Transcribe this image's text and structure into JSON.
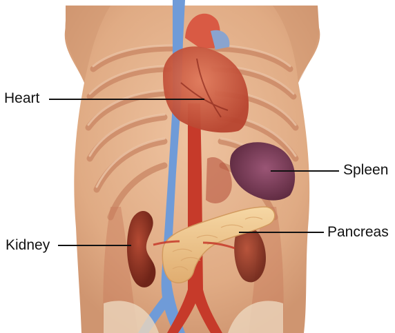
{
  "diagram": {
    "labels": {
      "heart": "Heart",
      "spleen": "Spleen",
      "pancreas": "Pancreas",
      "kidney": "Kidney"
    },
    "colors": {
      "background": "#ffffff",
      "skin": "#e2b48c",
      "rib": "#d8a07c",
      "heart": "#c9523a",
      "spleen": "#7a3a55",
      "pancreas": "#efc48a",
      "kidney": "#8c2f20",
      "vena_cava": "#6f9bd8",
      "aorta": "#c63a2a",
      "leader_line": "#111111"
    }
  }
}
